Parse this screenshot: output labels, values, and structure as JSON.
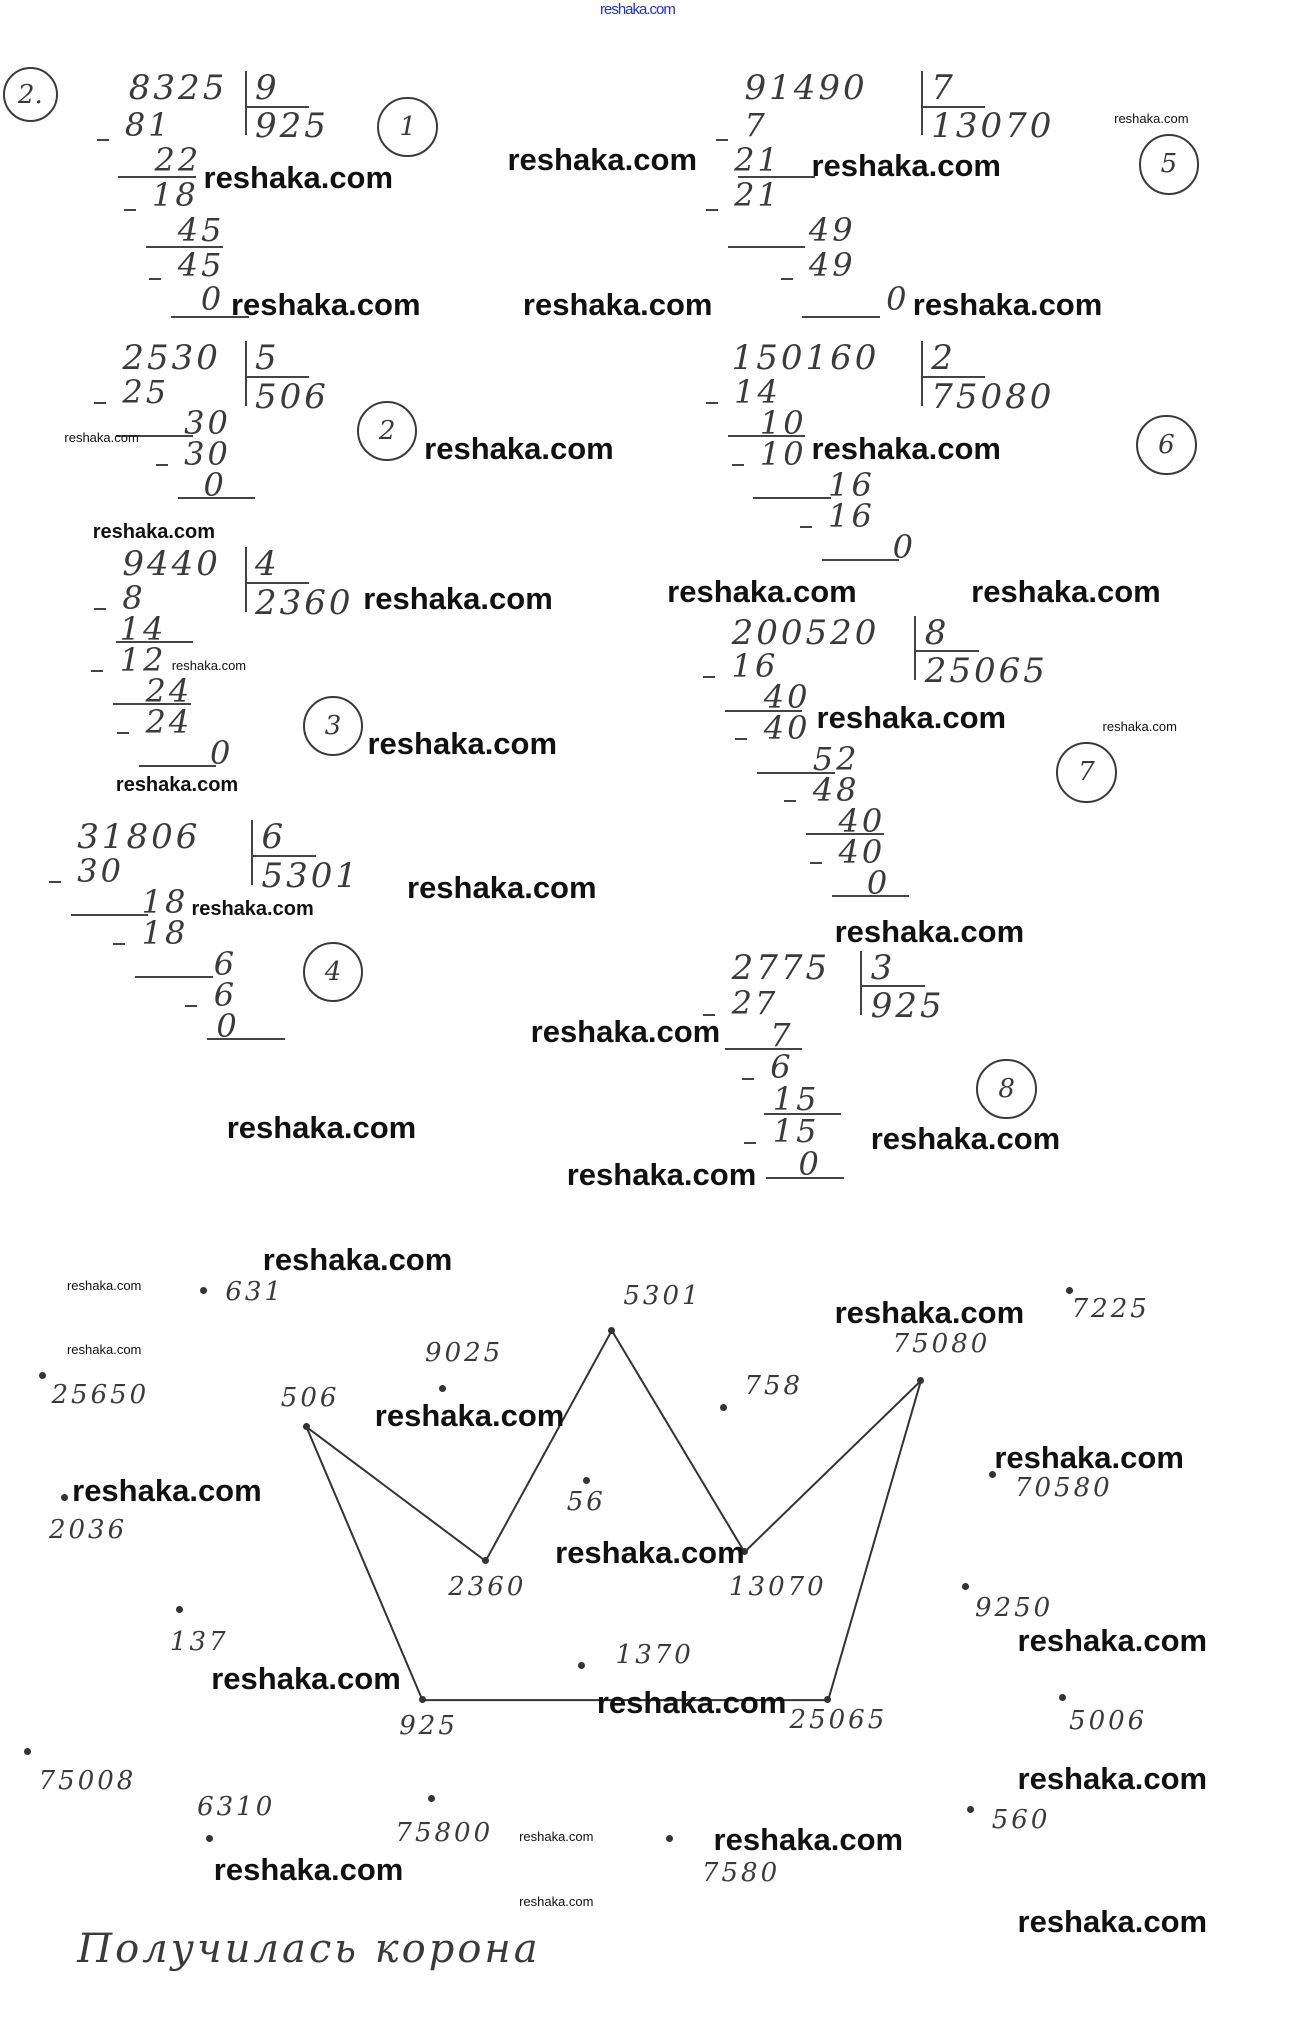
{
  "site_watermark_top": "reshaka.com",
  "watermark": "reshaka.com",
  "task_label": "2.",
  "divisions": [
    {
      "label": "1",
      "dividend": "8325",
      "divisor": "9",
      "quotient": "925",
      "rows": [
        "81",
        "22",
        "18",
        "45",
        "45",
        "0"
      ]
    },
    {
      "label": "2",
      "dividend": "2530",
      "divisor": "5",
      "quotient": "506",
      "rows": [
        "25",
        "30",
        "30",
        "0"
      ]
    },
    {
      "label": "3",
      "dividend": "9440",
      "divisor": "4",
      "quotient": "2360",
      "rows": [
        "8",
        "14",
        "12",
        "24",
        "24",
        "0"
      ]
    },
    {
      "label": "4",
      "dividend": "31806",
      "divisor": "6",
      "quotient": "5301",
      "rows": [
        "30",
        "18",
        "18",
        "6",
        "6",
        "0"
      ]
    },
    {
      "label": "5",
      "dividend": "91490",
      "divisor": "7",
      "quotient": "13070",
      "rows": [
        "7",
        "21",
        "21",
        "49",
        "49",
        "0"
      ]
    },
    {
      "label": "6",
      "dividend": "150160",
      "divisor": "2",
      "quotient": "75080",
      "rows": [
        "14",
        "10",
        "10",
        "16",
        "16",
        "0"
      ]
    },
    {
      "label": "7",
      "dividend": "200520",
      "divisor": "8",
      "quotient": "25065",
      "rows": [
        "16",
        "40",
        "40",
        "52",
        "48",
        "40",
        "40",
        "0"
      ]
    },
    {
      "label": "8",
      "dividend": "2775",
      "divisor": "3",
      "quotient": "925",
      "rows": [
        "27",
        "7",
        "6",
        "15",
        "15",
        "0"
      ]
    }
  ],
  "crown_vertices": [
    "506",
    "2360",
    "5301",
    "13070",
    "75080",
    "25065",
    "925"
  ],
  "other_points": [
    "631",
    "9025",
    "7225",
    "25650",
    "758",
    "56",
    "70580",
    "2036",
    "9250",
    "137",
    "1370",
    "5006",
    "75008",
    "6310",
    "75800",
    "560",
    "7580"
  ],
  "caption": "Получилась корона"
}
